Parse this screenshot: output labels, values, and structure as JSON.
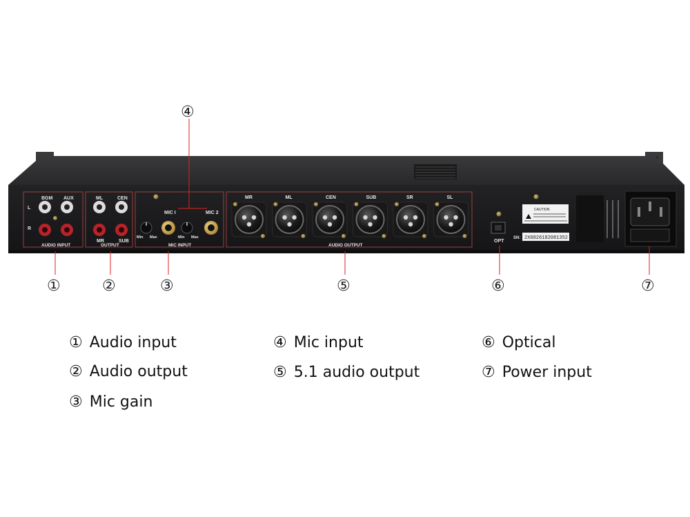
{
  "callouts": [
    "①",
    "②",
    "③",
    "④",
    "⑤",
    "⑥",
    "⑦"
  ],
  "panel": {
    "audio_input": {
      "section": "AUDIO INPUT",
      "col1": "BGM",
      "col2": "AUX",
      "row_l": "L",
      "row_r": "R"
    },
    "output": {
      "section": "OUTPUT",
      "col1": "ML",
      "col2": "CEN",
      "row2_left": "MR",
      "row2_right": "SUB"
    },
    "mic": {
      "section": "MIC INPUT",
      "mic1": "MIC I",
      "mic2": "MIC 2",
      "min": "Min",
      "max": "Max"
    },
    "audio_output": {
      "section": "AUDIO OUTPUT",
      "channels": [
        "MR",
        "ML",
        "CEN",
        "SUB",
        "SR",
        "SL"
      ]
    },
    "opt": "OPT",
    "sn_label": "SN:",
    "sn_value": "2X0826182081352",
    "caution": "CAUTION"
  },
  "legend": [
    {
      "num": "①",
      "label": "Audio input"
    },
    {
      "num": "②",
      "label": "Audio output"
    },
    {
      "num": "③",
      "label": "Mic gain"
    },
    {
      "num": "④",
      "label": "Mic input"
    },
    {
      "num": "⑤",
      "label": "5.1 audio output"
    },
    {
      "num": "⑥",
      "label": "Optical"
    },
    {
      "num": "⑦",
      "label": "Power input"
    }
  ],
  "colors": {
    "chassis": "#2b2b2d",
    "panel": "#1c1c1e",
    "rca_red": "#b8232a",
    "rca_white": "#eaeaea",
    "callout_line": "#d22"
  }
}
